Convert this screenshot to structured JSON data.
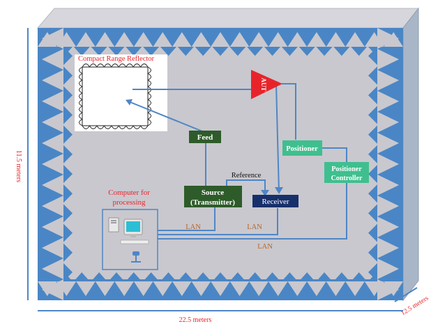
{
  "colors": {
    "wall_blue": "#4a86c5",
    "wall_dark": "#3a6fa8",
    "floor_grey": "#c9c8ce",
    "box_green_dark": "#2e5b2a",
    "box_green_light": "#3fbf8f",
    "box_navy": "#17306b",
    "aut_red": "#e8242b",
    "label_red": "#e8242b",
    "label_brown": "#b5652a",
    "line_blue": "#4f86c6"
  },
  "labels": {
    "reflector": "Compact Range Reflector",
    "aut": "AUT",
    "feed": "Feed",
    "positioner": "Positioner",
    "positioner_controller_1": "Positioner",
    "positioner_controller_2": "Controller",
    "reference": "Reference",
    "source_1": "Source",
    "source_2": "(Transmitter)",
    "receiver": "Receiver",
    "computer_1": "Computer for",
    "computer_2": "processing",
    "lan_1": "LAN",
    "lan_2": "LAN",
    "lan_3": "LAN"
  },
  "dimensions": {
    "height": "11.5 meters",
    "width": "22.5 meters",
    "depth": "12.5 meters"
  },
  "icons": [
    "computer-icon",
    "monitor-icon",
    "keyboard-icon",
    "chair-icon",
    "absorber-spike-icon"
  ]
}
